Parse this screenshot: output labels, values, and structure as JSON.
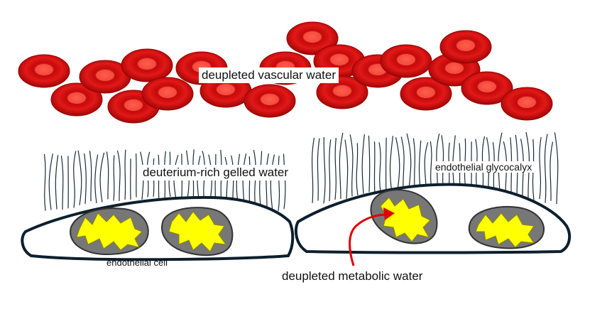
{
  "labels": {
    "vascular_water": "deupleted vascular water",
    "gelled_water": "deuterium-rich gelled water",
    "glycocalyx": "endothelial glycocalyx",
    "cell": "endothelial cell",
    "metabolic_water": "deupleted metabolic water"
  },
  "colors": {
    "rbc": "#e01010",
    "rbc_dark": "#9a0000",
    "rbc_center": "#ff5a4a",
    "cell_outline": "#0d1f2d",
    "mito_outer": "#777777",
    "mito_inner": "#ffff00",
    "fiber": "#1b2a36",
    "arrow": "#e00000"
  }
}
